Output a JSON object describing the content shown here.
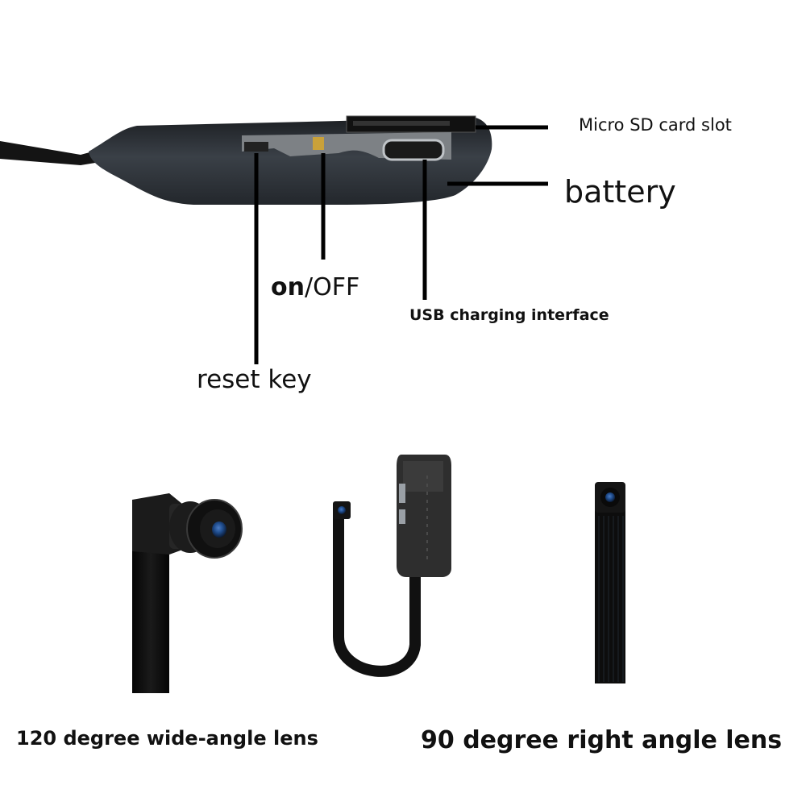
{
  "labels": {
    "micro_sd": "Micro SD card slot",
    "battery": "battery",
    "on_part": "on",
    "off_part": "/OFF",
    "usb": "USB charging interface",
    "reset": "reset key",
    "wide_lens": "120 degree wide-angle lens",
    "right_lens": "90 degree right angle lens"
  },
  "colors": {
    "device_body": "#2a2e33",
    "ribbon": "#0d0d0d",
    "lens_glass": "#1f4c8c",
    "leader_line": "#000000"
  },
  "icons": {
    "main_device": "camera-board-icon",
    "wide_lens_module": "wide-angle-lens-icon",
    "board_module": "camera-board-with-ribbon-icon",
    "right_lens_module": "right-angle-lens-icon"
  }
}
